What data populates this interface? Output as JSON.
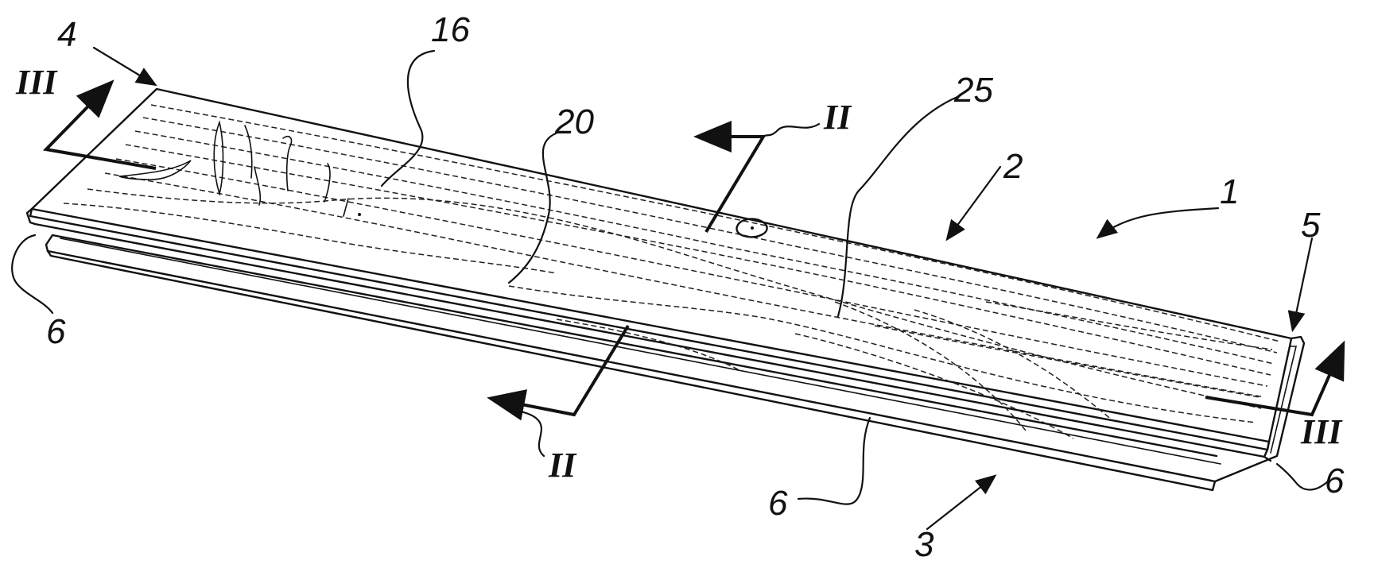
{
  "figure": {
    "reference_numerals": {
      "panel": "1",
      "top_layer": "2",
      "bottom_layer": "3",
      "end_left": "4",
      "end_right": "5",
      "edge_left": "6",
      "edge_bottom": "6",
      "edge_right": "6",
      "grain_pattern": "16",
      "groove_line": "20",
      "surface": "25"
    },
    "section_markers": {
      "section_ii_top": "II",
      "section_ii_bottom": "II",
      "section_iii_left": "III",
      "section_iii_right": "III"
    },
    "colors": {
      "ink": "#111111",
      "background": "#ffffff"
    }
  }
}
